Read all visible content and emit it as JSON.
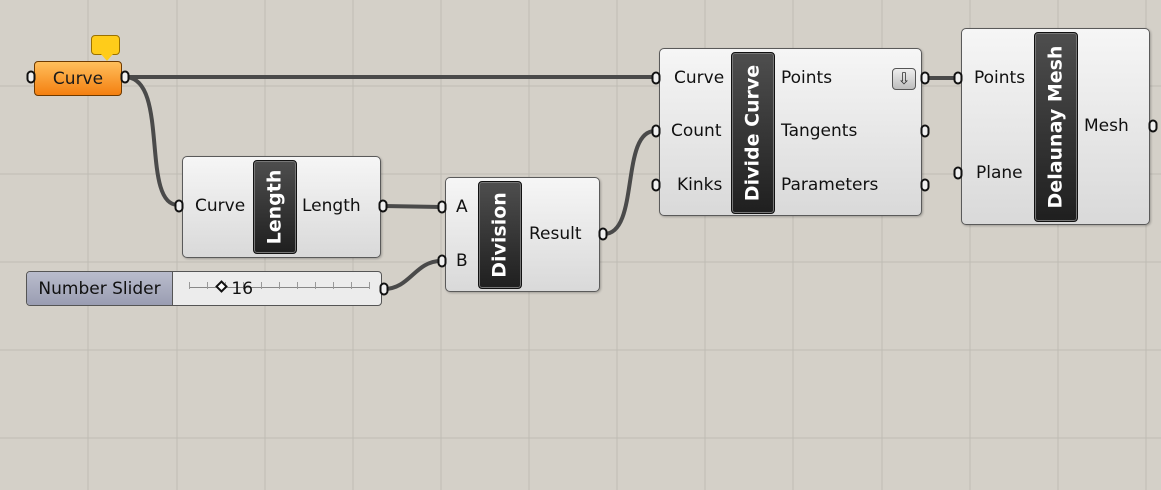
{
  "app": {
    "canvas_name": "grasshopper-canvas"
  },
  "colors": {
    "canvas": "#d4d0c8",
    "grid": "#bfbcb4",
    "wire": "#4a4a4a",
    "param_accent": "#f5891f",
    "bubble": "#ffcc1a",
    "slider_name": "#a8abbf"
  },
  "curve_param": {
    "label": "Curve",
    "has_comment_bubble": true
  },
  "length": {
    "nickname": "Length",
    "input": "Curve",
    "output": "Length"
  },
  "division": {
    "nickname": "Division",
    "input_a": "A",
    "input_b": "B",
    "output": "Result"
  },
  "slider": {
    "name": "Number Slider",
    "value": "16",
    "fraction": 0.18
  },
  "divide_curve": {
    "nickname": "Divide Curve",
    "inputs": [
      "Curve",
      "Count",
      "Kinks"
    ],
    "outputs": [
      "Points",
      "Tangents",
      "Parameters"
    ],
    "download_icon": "arrow-down-icon"
  },
  "delaunay": {
    "nickname": "Delaunay Mesh",
    "inputs": [
      "Points",
      "Plane"
    ],
    "output": "Mesh"
  }
}
